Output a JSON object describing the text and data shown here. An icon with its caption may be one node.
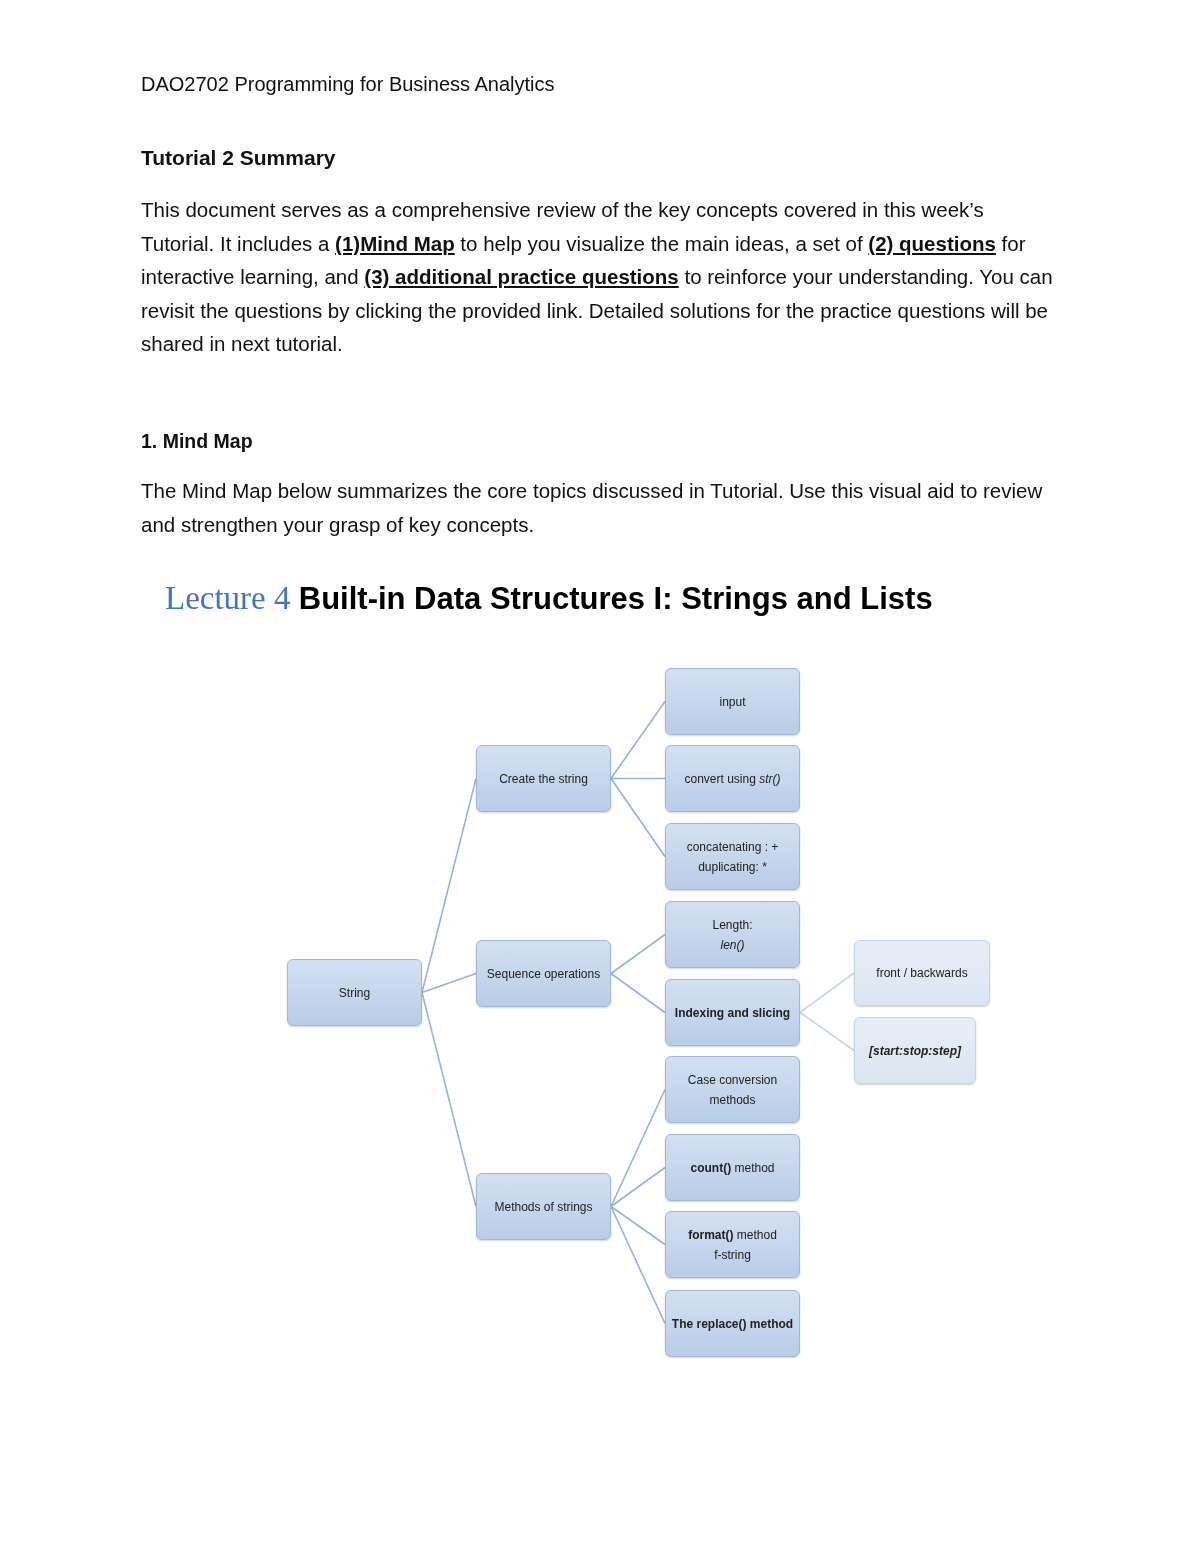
{
  "diagram": {
    "title": "Lecture 4 **Built-in Data Structures I: Strings and Lists**",
    "nodes": [
      {
        "text": [
          "String"
        ]
      },
      {
        "text": [
          "Create the string"
        ]
      },
      {
        "text": [
          "input"
        ]
      },
      {
        "text": [
          "convert using *str()*"
        ]
      },
      {
        "text": [
          "concatenating : +",
          "duplicating: *"
        ]
      },
      {
        "text": [
          "Sequence operations"
        ]
      },
      {
        "text": [
          "Length:",
          "*len()*"
        ]
      },
      {
        "text": [
          "Indexing and slicing"
        ]
      },
      {
        "text": [
          "front / backwards"
        ]
      },
      {
        "text": [
          "[start:stop:step]"
        ]
      },
      {
        "text": [
          "Methods of strings"
        ]
      },
      {
        "text": [
          "Case conversion methods"
        ]
      },
      {
        "text": [
          "**count()** method"
        ]
      },
      {
        "text": [
          "**format()** method",
          "f-string"
        ]
      },
      {
        "text": [
          "The replace() method"
        ]
      }
    ],
    "edges": [
      {
        "from": 0,
        "to": 1,
        "arrow": "none"
      },
      {
        "from": 0,
        "to": 5,
        "arrow": "none"
      },
      {
        "from": 0,
        "to": 10,
        "arrow": "none"
      },
      {
        "from": 1,
        "to": 2,
        "arrow": "none"
      },
      {
        "from": 1,
        "to": 3,
        "arrow": "none"
      },
      {
        "from": 1,
        "to": 4,
        "arrow": "none"
      },
      {
        "from": 5,
        "to": 6,
        "arrow": "none"
      },
      {
        "from": 5,
        "to": 7,
        "arrow": "none"
      },
      {
        "from": 7,
        "to": 8,
        "arrow": "none",
        "color": "#c9d7ea"
      },
      {
        "from": 7,
        "to": 9,
        "arrow": "none",
        "color": "#c9d7ea"
      },
      {
        "from": 10,
        "to": 11,
        "arrow": "none"
      },
      {
        "from": 10,
        "to": 12,
        "arrow": "none"
      },
      {
        "from": 10,
        "to": 13,
        "arrow": "none"
      },
      {
        "from": 10,
        "to": 14,
        "arrow": "none"
      }
    ],
    "labels": [
      "DAO2702 Programming for Business Analytics",
      "Tutorial 2 Summary",
      "This document serves as a comprehensive review of the key concepts covered in this week’s Tutorial. It includes a **(1)Mind Map** to help you visualize the main ideas, a set of **(2) questions** for interactive learning, and **(3) additional practice questions** to reinforce your understanding. You can revisit the questions by clicking the provided link. Detailed solutions for the practice questions will be shared in next tutorial.",
      "1. Mind Map",
      "The Mind Map below summarizes the core topics discussed in Tutorial. Use this visual aid to review and strengthen your grasp of key concepts."
    ]
  }
}
